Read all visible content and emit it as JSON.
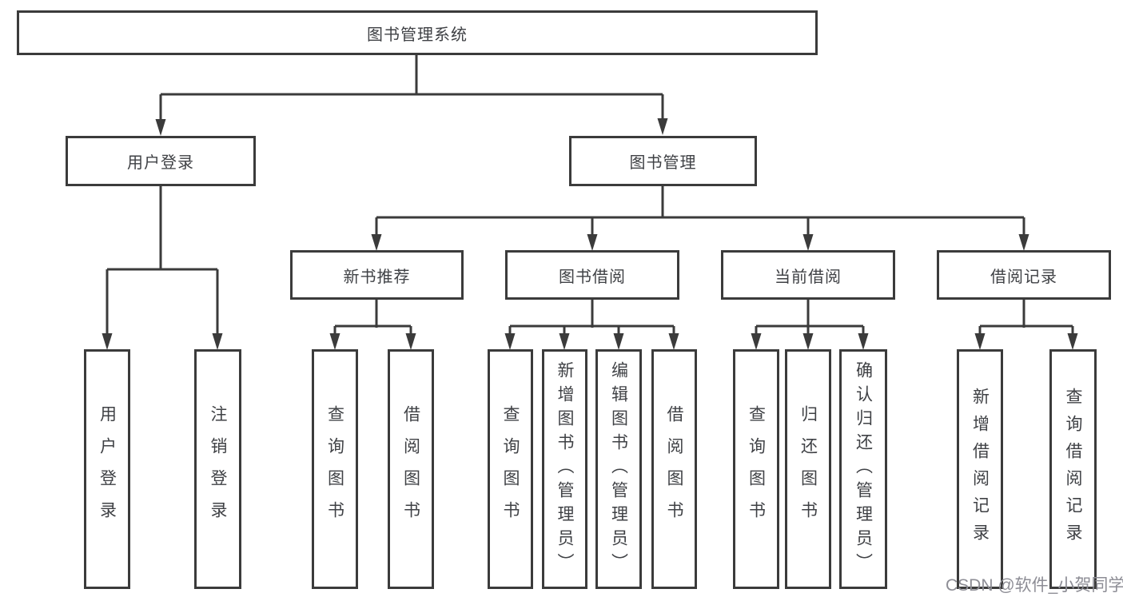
{
  "diagram": {
    "root": "图书管理系统",
    "branches": [
      {
        "label": "用户登录",
        "children": [
          "用户登录",
          "注销登录"
        ]
      },
      {
        "label": "图书管理",
        "sections": [
          {
            "label": "新书推荐",
            "children": [
              "查询图书",
              "借阅图书"
            ]
          },
          {
            "label": "图书借阅",
            "children": [
              "查询图书",
              "新增图书（管理员）",
              "编辑图书（管理员）",
              "借阅图书"
            ]
          },
          {
            "label": "当前借阅",
            "children": [
              "查询图书",
              "归还图书",
              "确认归还（管理员）"
            ]
          },
          {
            "label": "借阅记录",
            "children": [
              "新增借阅记录",
              "查询借阅记录"
            ]
          }
        ]
      }
    ]
  },
  "watermark": "CSDN @软件_小贺同学",
  "colors": {
    "line": "#3b3b3b",
    "text": "#3f4145",
    "background": "#ffffff",
    "watermark": "#8d8d95"
  }
}
